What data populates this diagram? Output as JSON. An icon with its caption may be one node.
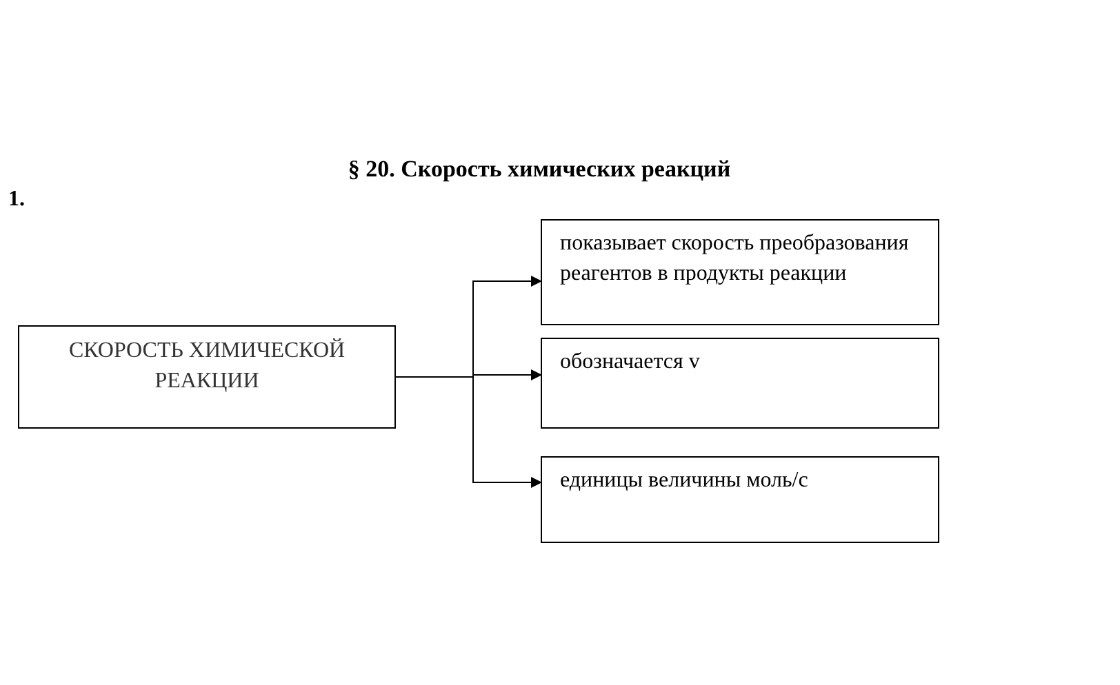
{
  "diagram": {
    "title": "§ 20. Скорость химических реакций",
    "nodes": [
      {
        "text": [
          "СКОРОСТЬ ХИМИЧЕСКОЙ РЕАКЦИИ"
        ]
      },
      {
        "text": [
          "показывает скорость преобразования реагентов в продукты реакции"
        ]
      },
      {
        "text": [
          "обозначается v"
        ]
      },
      {
        "text": [
          "единицы величины моль/с"
        ]
      }
    ],
    "edges": [
      {
        "from": 0,
        "to": 1,
        "arrow": "to"
      },
      {
        "from": 0,
        "to": 2,
        "arrow": "to"
      },
      {
        "from": 0,
        "to": 3,
        "arrow": "to"
      }
    ],
    "labels": [
      "1."
    ]
  }
}
